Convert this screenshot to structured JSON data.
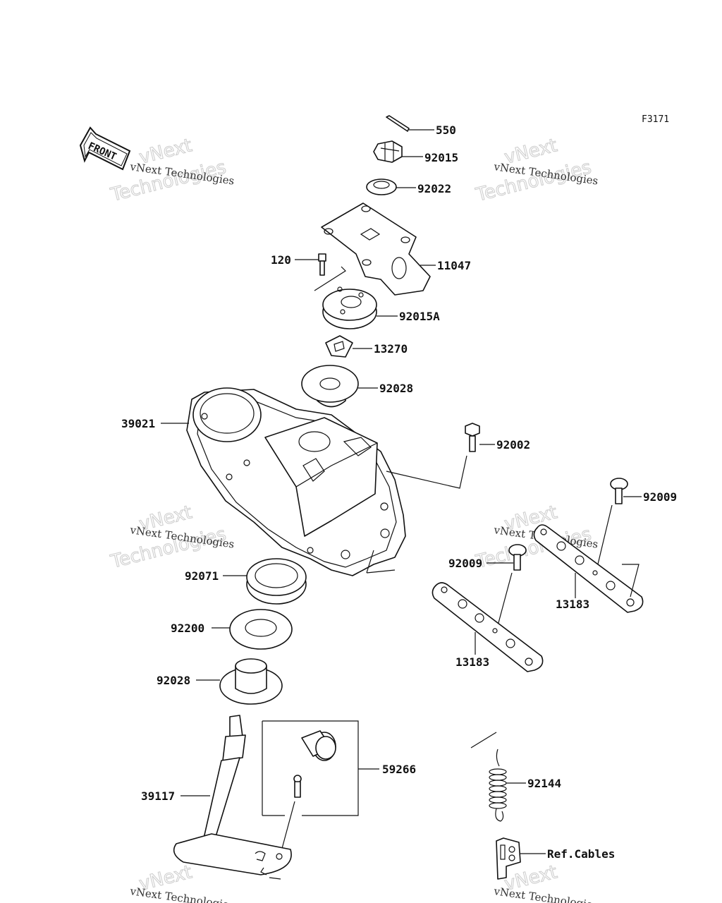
{
  "figure_code": "F3171",
  "front_label": "FRONT",
  "watermark": {
    "line1": "vNext",
    "line2": "Technologies",
    "small": "vNext Technologies"
  },
  "parts": {
    "p550": "550",
    "p92015": "92015",
    "p92022": "92022",
    "p11047": "11047",
    "p120": "120",
    "p92015a": "92015A",
    "p13270": "13270",
    "p92028_top": "92028",
    "p39021": "39021",
    "p92002": "92002",
    "p92009_right": "92009",
    "p92009_left": "92009",
    "p13183_right": "13183",
    "p13183_left": "13183",
    "p92071": "92071",
    "p92200": "92200",
    "p92028_bottom": "92028",
    "p59266": "59266",
    "p39117": "39117",
    "p92144": "92144",
    "ref_cables": "Ref.Cables"
  }
}
